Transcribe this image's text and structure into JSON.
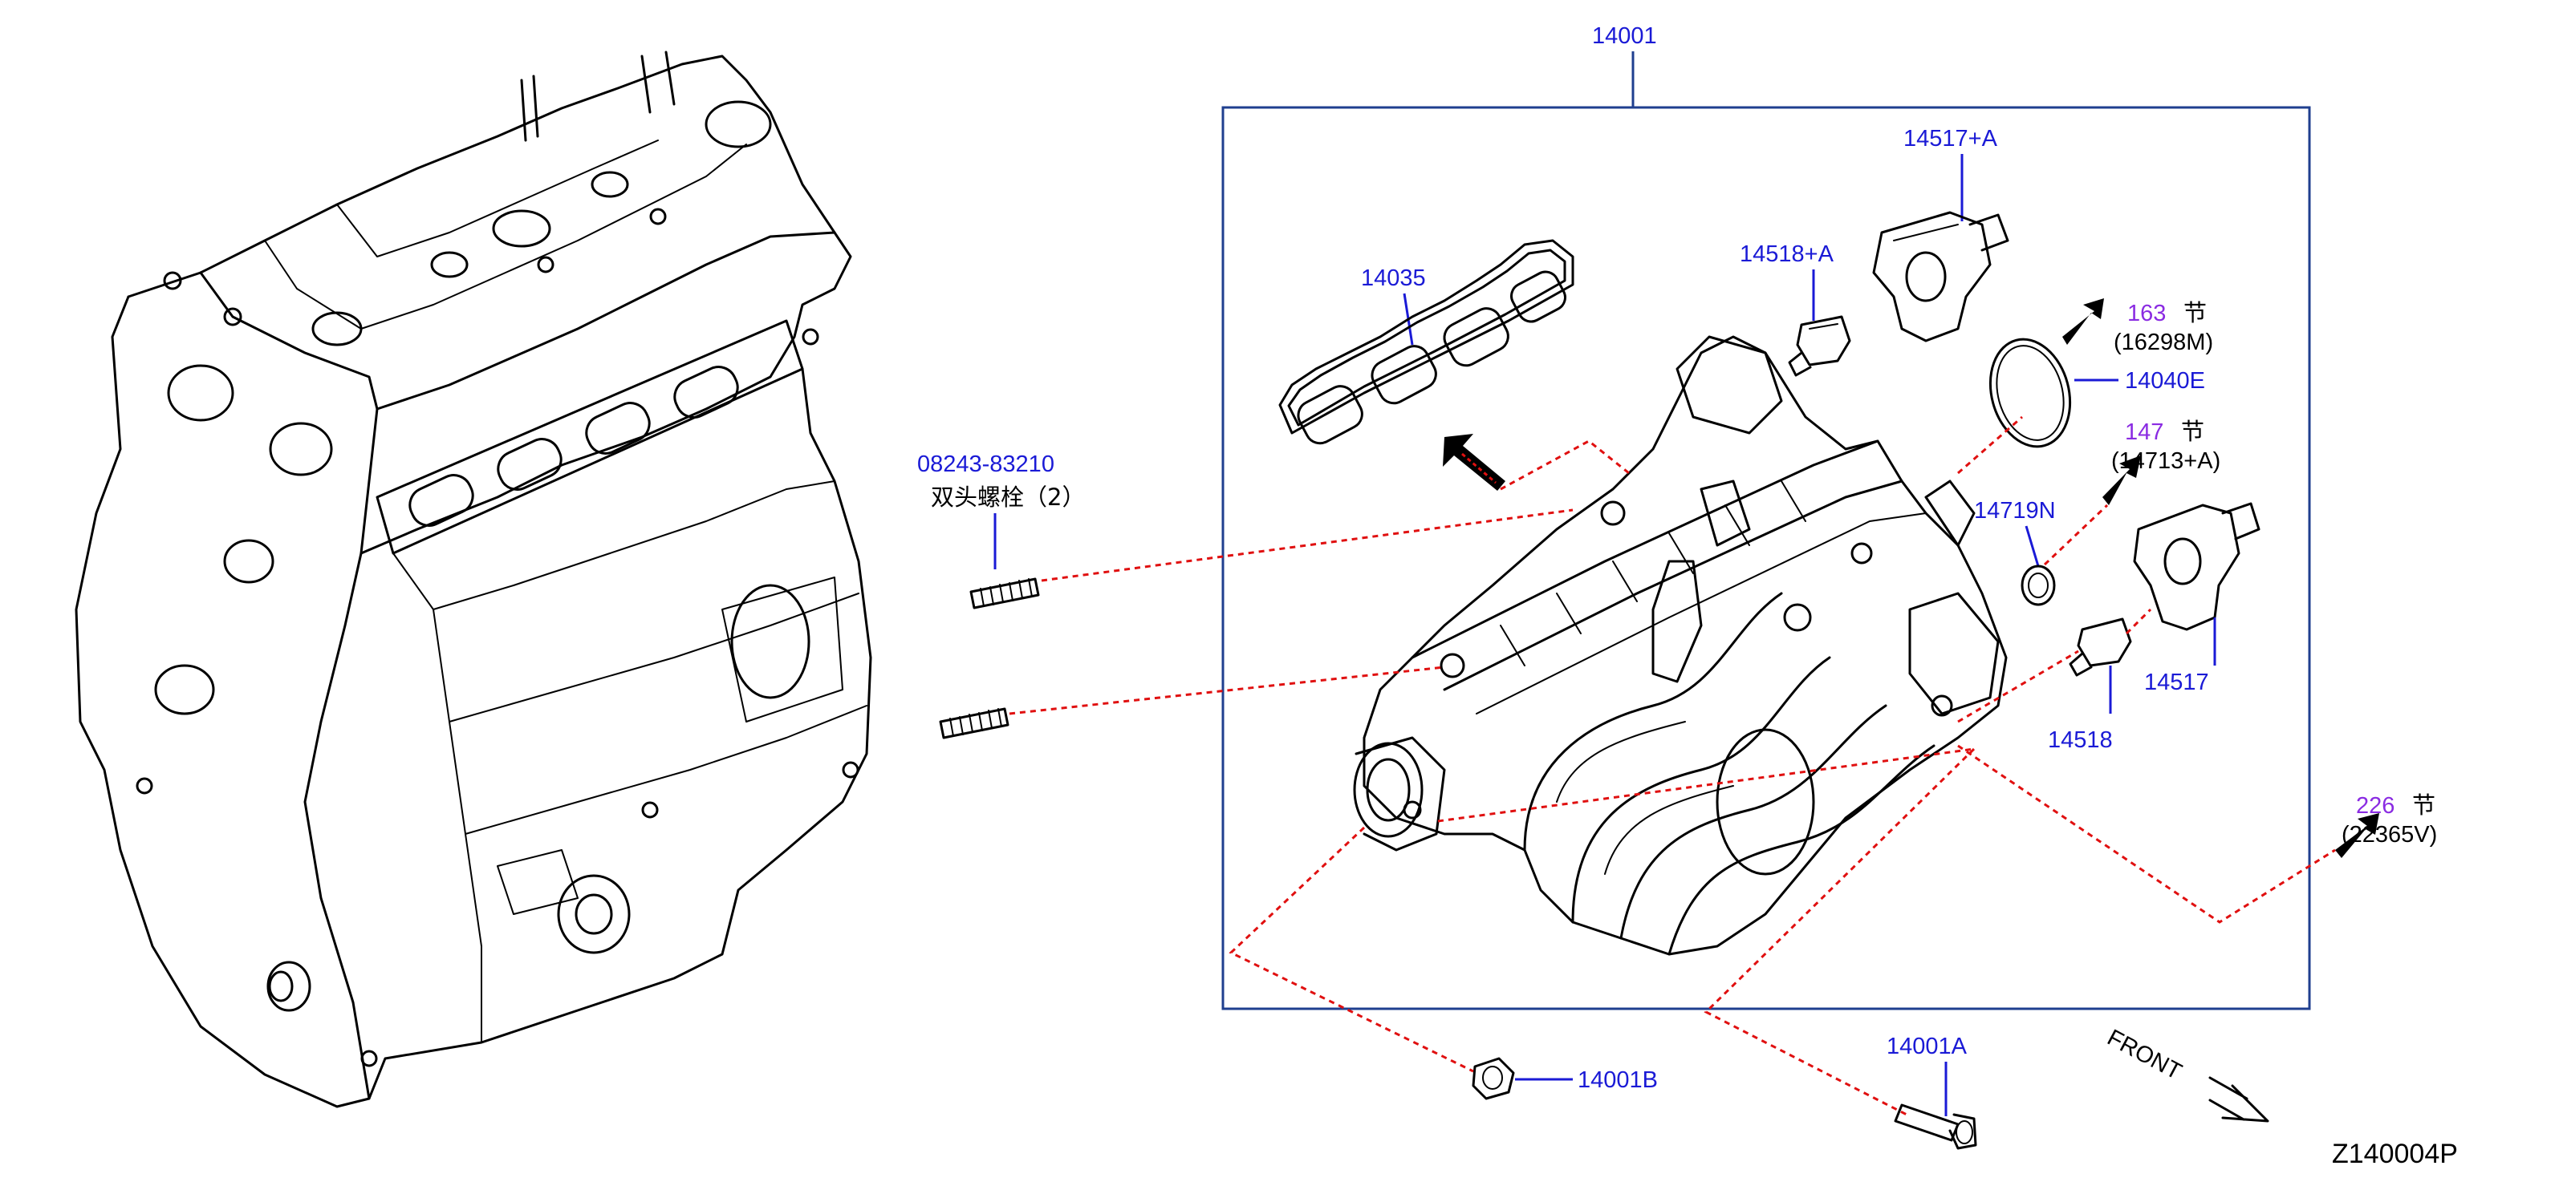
{
  "colors": {
    "part_number": "#1a1ad6",
    "section_ref": "#8a2be2",
    "dash": "#e01010",
    "frame": "#1f3f8f",
    "ink": "#000000"
  },
  "labels": {
    "assembly": "14001",
    "gasket": "14035",
    "stud_part": "08243-83210",
    "stud_desc": "双头螺栓（2）",
    "sensor_top": "14518+A",
    "valve_top": "14517+A",
    "oring": "14040E",
    "clip": "14719N",
    "valve_right": "14517",
    "sensor_right": "14518",
    "nut": "14001B",
    "bolt": "14001A",
    "front": "FRONT",
    "drawing_id": "Z140004P"
  },
  "refs": [
    {
      "section": "163",
      "unit": "节",
      "part": "(16298M)"
    },
    {
      "section": "147",
      "unit": "节",
      "part": "(14713+A)"
    },
    {
      "section": "226",
      "unit": "节",
      "part": "(22365V)"
    }
  ]
}
